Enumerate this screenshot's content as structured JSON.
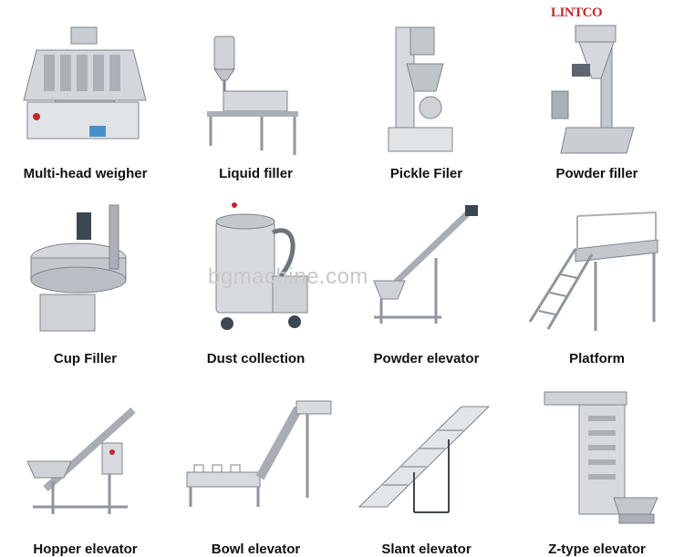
{
  "brand": {
    "logo_text": "LINTCO",
    "watermark": "bgmachine.com"
  },
  "products": [
    {
      "label": "Multi-head weigher",
      "icon": "multihead-weigher-image"
    },
    {
      "label": "Liquid filler",
      "icon": "liquid-filler-image"
    },
    {
      "label": "Pickle Filer",
      "icon": "pickle-filer-image"
    },
    {
      "label": "Powder filler",
      "icon": "powder-filler-image"
    },
    {
      "label": "Cup Filler",
      "icon": "cup-filler-image"
    },
    {
      "label": "Dust collection",
      "icon": "dust-collection-image"
    },
    {
      "label": "Powder elevator",
      "icon": "powder-elevator-image"
    },
    {
      "label": "Platform",
      "icon": "platform-image"
    },
    {
      "label": "Hopper elevator",
      "icon": "hopper-elevator-image"
    },
    {
      "label": "Bowl elevator",
      "icon": "bowl-elevator-image"
    },
    {
      "label": "Slant elevator",
      "icon": "slant-elevator-image"
    },
    {
      "label": "Z-type elevator",
      "icon": "z-type-elevator-image"
    }
  ],
  "colors": {
    "steel": "#b9bec4",
    "steel_dark": "#7d848c",
    "accent_red": "#c0272d",
    "screen_blue": "#4a90c8"
  }
}
